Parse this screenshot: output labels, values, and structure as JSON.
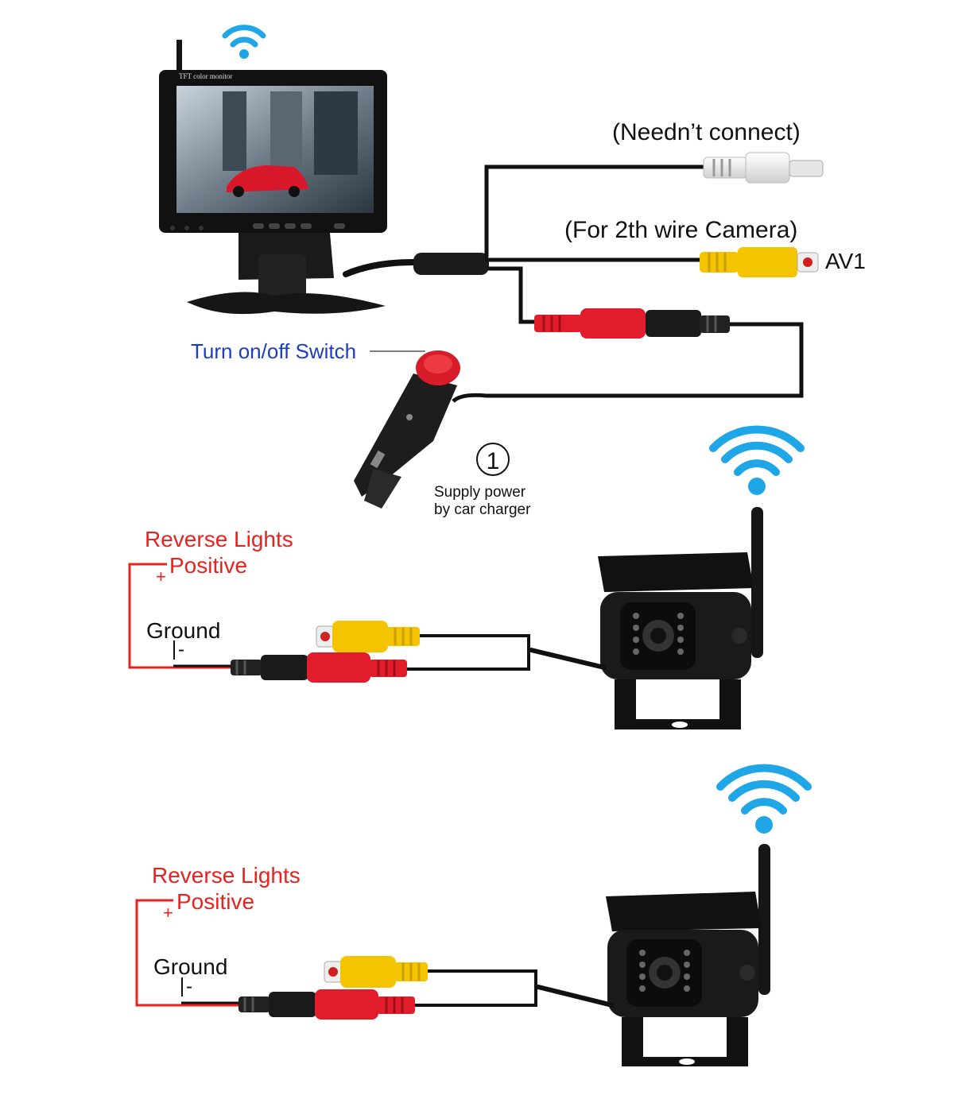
{
  "labels": {
    "neednt_connect": "(Needn’t connect)",
    "second_wire_camera": "(For 2th wire Camera)",
    "av1": "AV1",
    "switch": "Turn on/off Switch",
    "step_number": "1",
    "supply_power_line1": "Supply power",
    "supply_power_line2": "by car charger",
    "monitor_caption": "TFT color monitor"
  },
  "camera_1": {
    "reverse_lights": "Reverse Lights",
    "positive": "Positive",
    "plus": "+",
    "ground": "Ground",
    "minus": "-"
  },
  "camera_2": {
    "reverse_lights": "Reverse Lights",
    "positive": "Positive",
    "plus": "+",
    "ground": "Ground",
    "minus": "-"
  },
  "colors": {
    "wifi": "#1ea6e6",
    "red_label": "#e8231f",
    "blue_label": "#1e3cc0",
    "rca_yellow": "#f5c400",
    "rca_red": "#e21d2b",
    "wire": "#111111"
  },
  "icons": [
    "wifi-icon",
    "monitor-icon",
    "car-charger-icon",
    "camera-icon",
    "rca-connector-icon"
  ]
}
